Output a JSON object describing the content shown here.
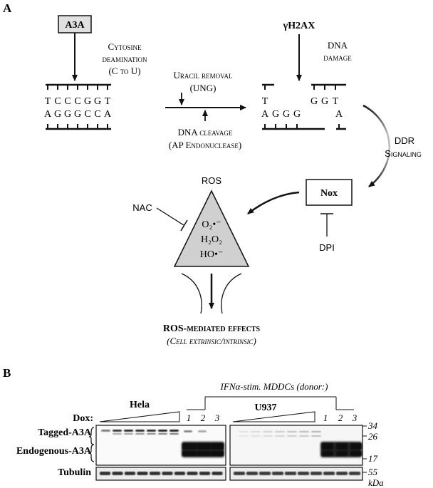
{
  "panel_a": {
    "label": "A",
    "a3a": "A3A",
    "deamination_line1": "Cytosine",
    "deamination_line2": "deamination",
    "deamination_line3": "(C to U)",
    "gamma_h2ax": "γH2AX",
    "dna_damage_line1": "DNA",
    "dna_damage_line2": "damage",
    "strand1_top": [
      "T",
      "C",
      "C",
      "C",
      "G",
      "G",
      "T"
    ],
    "strand1_bottom": [
      "A",
      "G",
      "G",
      "G",
      "C",
      "C",
      "A"
    ],
    "strand2_top_left": [
      "T"
    ],
    "strand2_top_right": [
      "G",
      "G",
      "T"
    ],
    "strand2_bottom_left": [
      "A",
      "G",
      "G",
      "G"
    ],
    "strand2_bottom_right": [
      "A"
    ],
    "uracil_line1": "Uracil removal",
    "uracil_line2": "(UNG)",
    "cleavage_line1": "DNA cleavage",
    "cleavage_line2": "(AP Endonuclease)",
    "ddr_line1": "DDR",
    "ddr_line2": "Signaling",
    "nox": "Nox",
    "dpi": "DPI",
    "ros": "ROS",
    "nac": "NAC",
    "ros_species": [
      "O₂•⁻",
      "H₂O₂",
      "HO•⁻"
    ],
    "effects_line1": "ROS-mediated effects",
    "effects_line2": "(Cell extrinsic/intrinsic)"
  },
  "panel_b": {
    "label": "B",
    "mddc_header": "IFNα-stim. MDDCs (donor:)",
    "hela": "Hela",
    "u937": "U937",
    "dox": "Dox:",
    "donors_left": [
      "1",
      "2",
      "3"
    ],
    "donors_right": [
      "1",
      "2",
      "3"
    ],
    "tagged": "Tagged-A3A",
    "endogenous": "Endogenous-A3A",
    "tubulin": "Tubulin",
    "mw": [
      "34",
      "26",
      "17",
      "55"
    ],
    "kda": "kDa"
  }
}
